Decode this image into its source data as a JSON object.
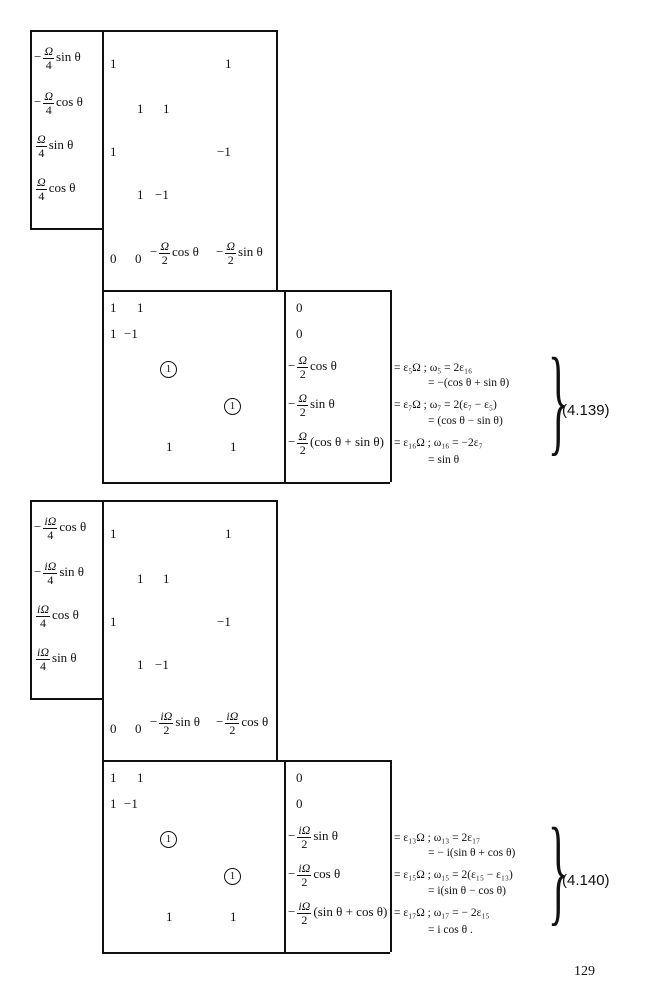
{
  "eq139": {
    "left": [
      {
        "sign": "−",
        "num": "Ω",
        "den": "4",
        "fn": "sin θ"
      },
      {
        "sign": "−",
        "num": "Ω",
        "den": "4",
        "fn": "cos θ"
      },
      {
        "sign": "",
        "num": "Ω",
        "den": "4",
        "fn": "sin θ"
      },
      {
        "sign": "",
        "num": "Ω",
        "den": "4",
        "fn": "cos θ"
      }
    ],
    "top_rows": [
      [
        "1",
        "",
        "",
        "1"
      ],
      [
        "",
        "1",
        "1",
        ""
      ],
      [
        "1",
        "",
        "",
        "−1"
      ],
      [
        "",
        "1",
        "−1",
        ""
      ]
    ],
    "mid": {
      "a": "0",
      "b": "0",
      "c_sign": "−",
      "c_num": "Ω",
      "c_den": "2",
      "c_fn": "cos θ",
      "d_sign": "−",
      "d_num": "Ω",
      "d_den": "2",
      "d_fn": "sin θ"
    },
    "bottom_rows": [
      [
        "1",
        "1"
      ],
      [
        "1",
        "−1"
      ]
    ],
    "circled": [
      "1",
      "1"
    ],
    "ones": [
      "1",
      "1"
    ],
    "rhs": [
      "0",
      "0"
    ],
    "rhs_frac": [
      {
        "sign": "−",
        "num": "Ω",
        "den": "2",
        "fn": "cos θ"
      },
      {
        "sign": "−",
        "num": "Ω",
        "den": "2",
        "fn": "sin θ"
      },
      {
        "sign": "−",
        "num": "Ω",
        "den": "2",
        "fn": "(cos θ + sin θ)"
      }
    ],
    "eqs": [
      "= ε₅Ω ; ω₅ = 2ε₁₆",
      "= −(cos θ + sin θ)",
      "= ε₇Ω ; ω₇ = 2(ε₇ − ε₅)",
      "= (cos θ − sin θ)",
      "= ε₁₆Ω ; ω₁₆ = −2ε₇",
      "= sin θ"
    ],
    "number": "(4.139)"
  },
  "eq140": {
    "left": [
      {
        "sign": "−",
        "num": "iΩ",
        "den": "4",
        "fn": "cos θ"
      },
      {
        "sign": "−",
        "num": "iΩ",
        "den": "4",
        "fn": "sin θ"
      },
      {
        "sign": "",
        "num": "iΩ",
        "den": "4",
        "fn": "cos θ"
      },
      {
        "sign": "",
        "num": "iΩ",
        "den": "4",
        "fn": "sin θ"
      }
    ],
    "top_rows": [
      [
        "1",
        "",
        "",
        "1"
      ],
      [
        "",
        "1",
        "1",
        ""
      ],
      [
        "1",
        "",
        "",
        "−1"
      ],
      [
        "",
        "1",
        "−1",
        ""
      ]
    ],
    "mid": {
      "a": "0",
      "b": "0",
      "c_sign": "−",
      "c_num": "iΩ",
      "c_den": "2",
      "c_fn": "sin θ",
      "d_sign": "−",
      "d_num": "iΩ",
      "d_den": "2",
      "d_fn": "cos θ"
    },
    "bottom_rows": [
      [
        "1",
        "1"
      ],
      [
        "1",
        "−1"
      ]
    ],
    "circled": [
      "1",
      "1"
    ],
    "ones": [
      "1",
      "1"
    ],
    "rhs": [
      "0",
      "0"
    ],
    "rhs_frac": [
      {
        "sign": "−",
        "num": "iΩ",
        "den": "2",
        "fn": "sin θ"
      },
      {
        "sign": "−",
        "num": "iΩ",
        "den": "2",
        "fn": "cos θ"
      },
      {
        "sign": "−",
        "num": "iΩ",
        "den": "2",
        "fn": "(sin θ + cos θ)"
      }
    ],
    "eqs": [
      "= ε₁₃Ω ; ω₁₃ = 2ε₁₇",
      "= − i(sin θ + cos θ)",
      "= ε₁₅Ω ; ω₁₅ = 2(ε₁₅ − ε₁₃)",
      "= i(sin θ − cos θ)",
      "= ε₁₇Ω ; ω₁₇ = − 2ε₁₅",
      "= i cos θ ."
    ],
    "number": "(4.140)"
  },
  "page_number": "129"
}
